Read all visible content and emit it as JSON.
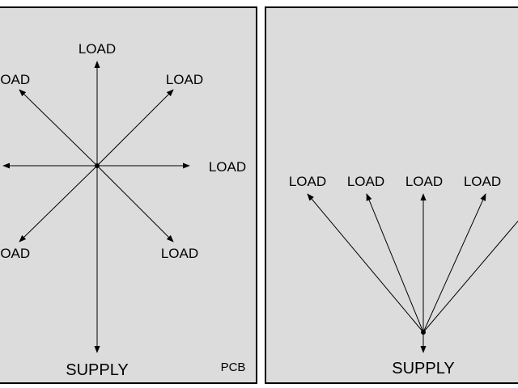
{
  "colors": {
    "panel_fill": "#dcdcdc",
    "panel_border": "#000000",
    "line": "#000000"
  },
  "star_panel": {
    "load_label": "LOAD",
    "supply_label": "SUPPLY",
    "pcb_label": "PCB"
  },
  "fan_panel": {
    "load_label": "LOAD",
    "supply_label": "SUPPLY"
  }
}
